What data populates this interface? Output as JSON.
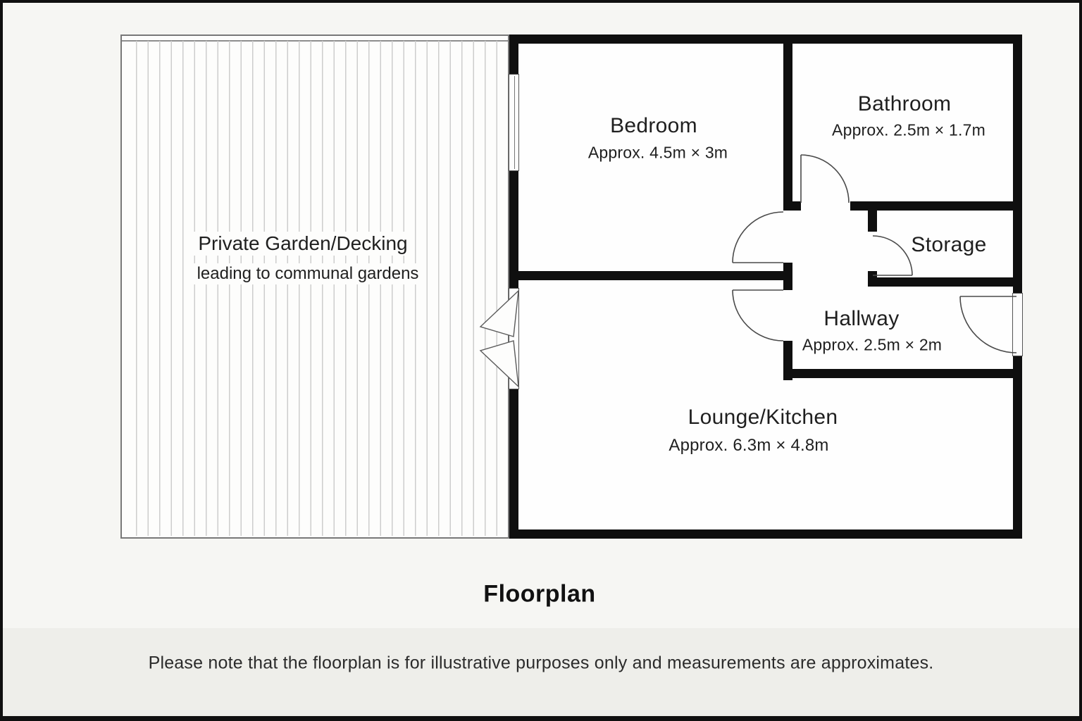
{
  "title": "Floorplan",
  "rooms": {
    "bedroom": {
      "name": "Bedroom",
      "dims": "Approx. 4.5m × 3m"
    },
    "bathroom": {
      "name": "Bathroom",
      "dims": "Approx. 2.5m × 1.7m"
    },
    "storage": {
      "name": "Storage"
    },
    "hallway": {
      "name": "Hallway",
      "dims": "Approx. 2.5m × 2m"
    },
    "lounge_kitchen": {
      "name": "Lounge/Kitchen",
      "dims": "Approx. 6.3m × 4.8m"
    },
    "garden": {
      "name": "Private Garden/Decking",
      "subtitle": "leading to communal gardens"
    }
  },
  "footer": {
    "note": "Please note that the floorplan is for illustrative purposes only and measurements are approximates."
  },
  "colors": {
    "wall": "#0f0f0f",
    "line": "#4a4a4a",
    "stripe": "#cdcdcd",
    "page-bg": "#f6f6f3",
    "band-bg": "#eeeeea",
    "room-bg": "#fdfdfc",
    "text": "#1f1f1f",
    "frame": "#101010"
  }
}
